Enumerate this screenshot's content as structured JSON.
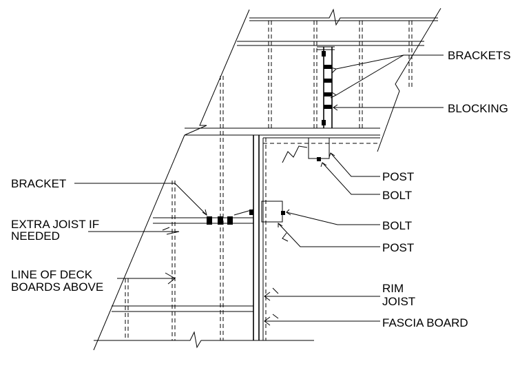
{
  "labels": {
    "brackets": "BRACKETS",
    "blocking": "BLOCKING",
    "post_top": "POST",
    "bolt_top": "BOLT",
    "bracket": "BRACKET",
    "extra_joist_line1": "EXTRA JOIST IF",
    "extra_joist_line2": "NEEDED",
    "bolt_mid": "BOLT",
    "post_mid": "POST",
    "deck_boards_line1": "LINE OF DECK",
    "deck_boards_line2": "BOARDS ABOVE",
    "rim_line1": "RIM",
    "rim_line2": "JOIST",
    "fascia": "FASCIA BOARD"
  }
}
